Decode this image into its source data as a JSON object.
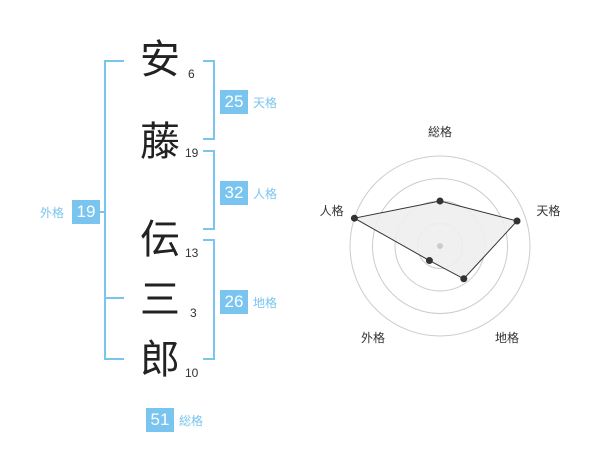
{
  "name": {
    "chars": [
      {
        "char": "安",
        "strokes": "6"
      },
      {
        "char": "藤",
        "strokes": "19"
      },
      {
        "char": "伝",
        "strokes": "13"
      },
      {
        "char": "三",
        "strokes": "3"
      },
      {
        "char": "郎",
        "strokes": "10"
      }
    ]
  },
  "kakusu": {
    "tenkaku": {
      "value": "25",
      "label": "天格"
    },
    "jinkaku": {
      "value": "32",
      "label": "人格"
    },
    "chikaku": {
      "value": "26",
      "label": "地格"
    },
    "gaikaku": {
      "value": "19",
      "label": "外格"
    },
    "soukaku": {
      "value": "51",
      "label": "総格"
    }
  },
  "chart_data": {
    "type": "radar",
    "axes": [
      "総格",
      "天格",
      "地格",
      "外格",
      "人格"
    ],
    "values": [
      0.5,
      0.9,
      0.45,
      0.2,
      1.0
    ],
    "rings": 4,
    "fill_color": "#eeeeee",
    "line_color": "#333333",
    "ring_color": "#cccccc"
  },
  "colors": {
    "accent": "#79c5f0"
  }
}
